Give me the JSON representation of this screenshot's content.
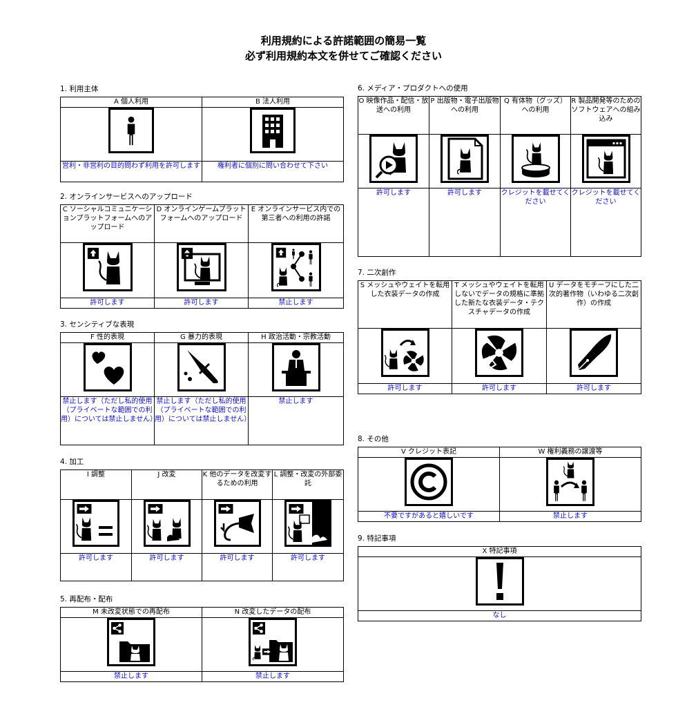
{
  "title": {
    "line1": "利用規約による許諾範囲の簡易一覧",
    "line2": "必ず利用規約本文を併せてご確認ください"
  },
  "sections": {
    "s1": {
      "label": "1. 利用主体",
      "items": {
        "A": {
          "header": "A 個人利用",
          "status": "営利・非営利の目的問わず利用を許可します",
          "icon": "person-icon"
        },
        "B": {
          "header": "B 法人利用",
          "status": "権利者に個別に問い合わせて下さい",
          "icon": "building-icon"
        }
      }
    },
    "s2": {
      "label": "2. オンラインサービスへのアップロード",
      "items": {
        "C": {
          "header": "C ソーシャルコミュニケーションプラットフォームへのアップロード",
          "status": "許可します",
          "icon": "social-upload-icon"
        },
        "D": {
          "header": "D オンラインゲームプラットフォームへのアップロード",
          "status": "許可します",
          "icon": "game-upload-icon"
        },
        "E": {
          "header": "E オンラインサービス内での第三者への利用の許諾",
          "status": "禁止します",
          "icon": "share-third-party-icon"
        }
      }
    },
    "s3": {
      "label": "3. センシティブな表現",
      "items": {
        "F": {
          "header": "F 性的表現",
          "status": "禁止します（ただし私的使用（プライベートな範囲での利用）については禁止しません）",
          "icon": "hearts-icon"
        },
        "G": {
          "header": "G 暴力的表現",
          "status": "禁止します（ただし私的使用（プライベートな範囲での利用）については禁止しません）",
          "icon": "knife-icon"
        },
        "H": {
          "header": "H 政治活動・宗教活動",
          "status": "禁止します",
          "icon": "podium-icon"
        }
      }
    },
    "s4": {
      "label": "4. 加工",
      "items": {
        "I": {
          "header": "I 調整",
          "status": "許可します",
          "icon": "adjust-icon"
        },
        "J": {
          "header": "J 改変",
          "status": "許可します",
          "icon": "modify-icon"
        },
        "K": {
          "header": "K 他のデータを改変するための利用",
          "status": "許可します",
          "icon": "reuse-icon"
        },
        "L": {
          "header": "L 調整・改変の外部委託",
          "status": "許可します",
          "icon": "outsource-icon"
        }
      }
    },
    "s5": {
      "label": "5. 再配布・配布",
      "items": {
        "M": {
          "header": "M 未改変状態での再配布",
          "status": "禁止します",
          "icon": "redistribute-icon"
        },
        "N": {
          "header": "N 改変したデータの配布",
          "status": "禁止します",
          "icon": "distribute-modified-icon"
        }
      }
    },
    "s6": {
      "label": "6. メディア・プロダクトへの使用",
      "items": {
        "O": {
          "header": "O 映像作品・配信・放送への利用",
          "status": "許可します",
          "icon": "video-icon"
        },
        "P": {
          "header": "P 出版物・電子出版物への利用",
          "status": "許可します",
          "icon": "publication-icon"
        },
        "Q": {
          "header": "Q 有体物（グッズ）への利用",
          "status": "クレジットを載せてください",
          "icon": "goods-icon"
        },
        "R": {
          "header": "R 製品開発等のためのソフトウェアへの組み込み",
          "status": "クレジットを載せてください",
          "icon": "software-icon"
        }
      }
    },
    "s7": {
      "label": "7. 二次創作",
      "items": {
        "S": {
          "header": "S メッシュやウェイトを転用した衣装データの作成",
          "status": "許可します",
          "icon": "mesh-transfer-icon"
        },
        "T": {
          "header": "T メッシュやウェイトを転用しないでデータの規格に準拠した新たな衣装データ・テクスチャデータの作成",
          "status": "許可します",
          "icon": "new-outfit-icon"
        },
        "U": {
          "header": "U データをモチーフにした二次的著作物（いわゆる二次創作）の作成",
          "status": "許可します",
          "icon": "pen-icon"
        }
      }
    },
    "s8": {
      "label": "8. その他",
      "items": {
        "V": {
          "header": "V クレジット表記",
          "status": "不要ですがあると嬉しいです",
          "icon": "copyright-icon"
        },
        "W": {
          "header": "W 権利義務の譲渡等",
          "status": "禁止します",
          "icon": "transfer-rights-icon"
        }
      }
    },
    "s9": {
      "label": "9. 特記事項",
      "items": {
        "X": {
          "header": "X 特記事項",
          "status": "なし",
          "icon": "exclamation-icon"
        }
      }
    }
  },
  "colors": {
    "status_text": "#1010c8",
    "border": "#000000"
  }
}
